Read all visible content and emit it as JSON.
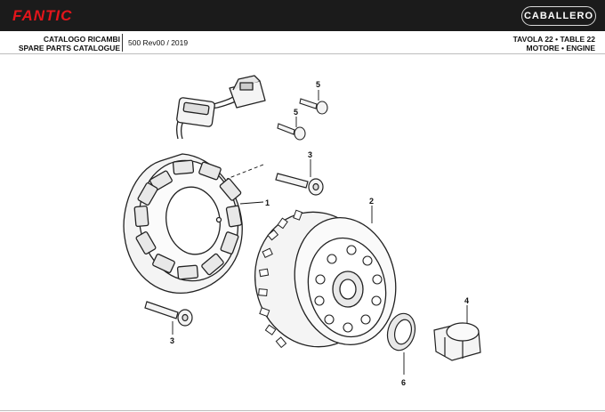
{
  "header": {
    "brand": "FANTIC",
    "model_badge": "CABALLERO",
    "catalog_it": "CATALOGO RICAMBI",
    "catalog_en": "SPARE PARTS CATALOGUE",
    "edition": "500 Rev00 / 2019",
    "table_line": "TAVOLA 22 • TABLE 22",
    "section_line": "MOTORE • ENGINE"
  },
  "callouts": {
    "c1": "1",
    "c2": "2",
    "c3a": "3",
    "c3b": "3",
    "c4": "4",
    "c5a": "5",
    "c5b": "5",
    "c6": "6"
  },
  "colors": {
    "topbar": "#1b1b1b",
    "brand_red": "#e3151b",
    "line": "#222222",
    "part_fill": "#f4f4f4"
  }
}
